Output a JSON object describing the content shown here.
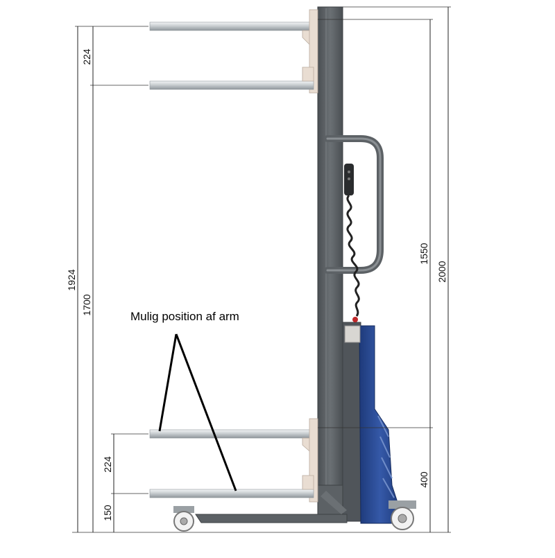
{
  "callout": {
    "text": "Mulig position af arm"
  },
  "dimensions": {
    "upper_arm_spacing": "224",
    "total_left": "1924",
    "upper_arm_height": "1700",
    "lower_arm_spacing": "224",
    "lower_arm_height": "150",
    "mast_top_travel": "1550",
    "overall_height": "2000",
    "lower_travel": "400"
  },
  "colors": {
    "mast": "#5c6165",
    "mast_edge": "#3d4144",
    "arm": "#cfd3d6",
    "bracket": "#e9ddd2",
    "hydraulic": "#2a4c95",
    "button": "#c0282a"
  },
  "icons": {
    "controller": "remote-control-icon",
    "wheel": "caster-wheel-icon"
  }
}
